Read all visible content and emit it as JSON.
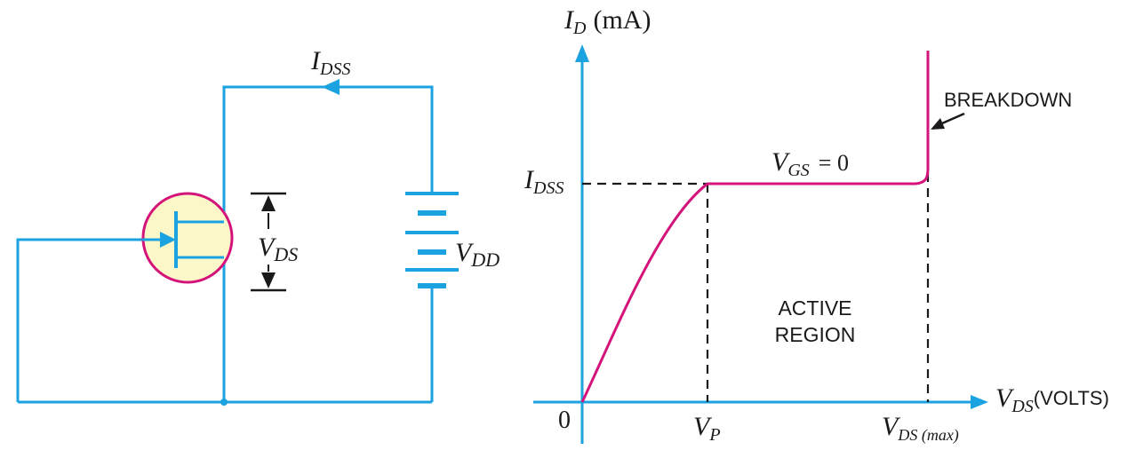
{
  "colors": {
    "wire": "#1aa3e0",
    "curve": "#d4147a",
    "fet_fill": "#fbf7c9",
    "fet_outline": "#d4147a",
    "ink": "#1a1a1a",
    "background": "#ffffff"
  },
  "circuit": {
    "current_label": {
      "main": "I",
      "sub": "DSS"
    },
    "vds_label": {
      "main": "V",
      "sub": "DS"
    },
    "vdd_label": {
      "main": "V",
      "sub": "DD"
    }
  },
  "graph": {
    "y_axis_label": {
      "main": "I",
      "sub": "D",
      "unit": "(mA)"
    },
    "x_axis_label": {
      "main": "V",
      "sub": "DS",
      "unit": "(VOLTS)"
    },
    "origin_label": "0",
    "idss_label": {
      "main": "I",
      "sub": "DSS"
    },
    "vp_label": {
      "main": "V",
      "sub": "P"
    },
    "vdsmax_label": {
      "main": "V",
      "sub": "DS (max)"
    },
    "vgs_label": {
      "main": "V",
      "sub": "GS",
      "rest": "= 0"
    },
    "breakdown_label": "BREAKDOWN",
    "region_label_line1": "ACTIVE",
    "region_label_line2": "REGION"
  }
}
